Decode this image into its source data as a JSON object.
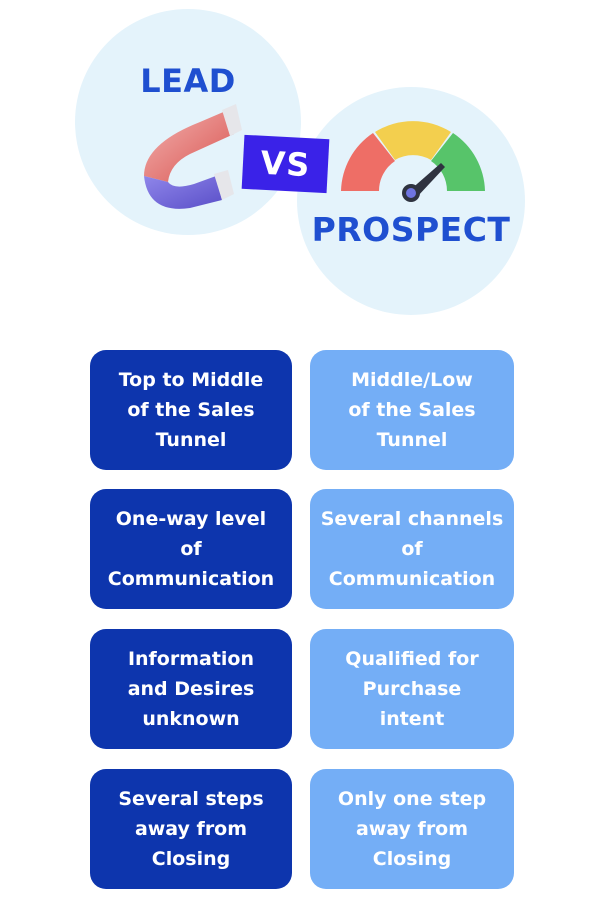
{
  "header": {
    "lead_label": "LEAD",
    "vs_label": "VS",
    "prospect_label": "PROSPECT"
  },
  "colors": {
    "accent": "#1f4fd0",
    "vs_badge": "#3a22e8",
    "lead_card": "#0d35ad",
    "prospect_card": "#74aef6",
    "circle_bg": "#e4f3fb"
  },
  "icons": {
    "lead": "magnet-icon",
    "prospect": "gauge-icon"
  },
  "rows": [
    {
      "lead": "Top to Middle\nof the Sales\nTunnel",
      "prospect": "Middle/Low\nof the Sales\nTunnel"
    },
    {
      "lead": "One-way level\nof\nCommunication",
      "prospect": "Several channels\nof\nCommunication"
    },
    {
      "lead": "Information\nand Desires\nunknown",
      "prospect": "Qualified for\nPurchase\nintent"
    },
    {
      "lead": "Several steps\naway from\nClosing",
      "prospect": "Only one step\naway from\nClosing"
    }
  ]
}
